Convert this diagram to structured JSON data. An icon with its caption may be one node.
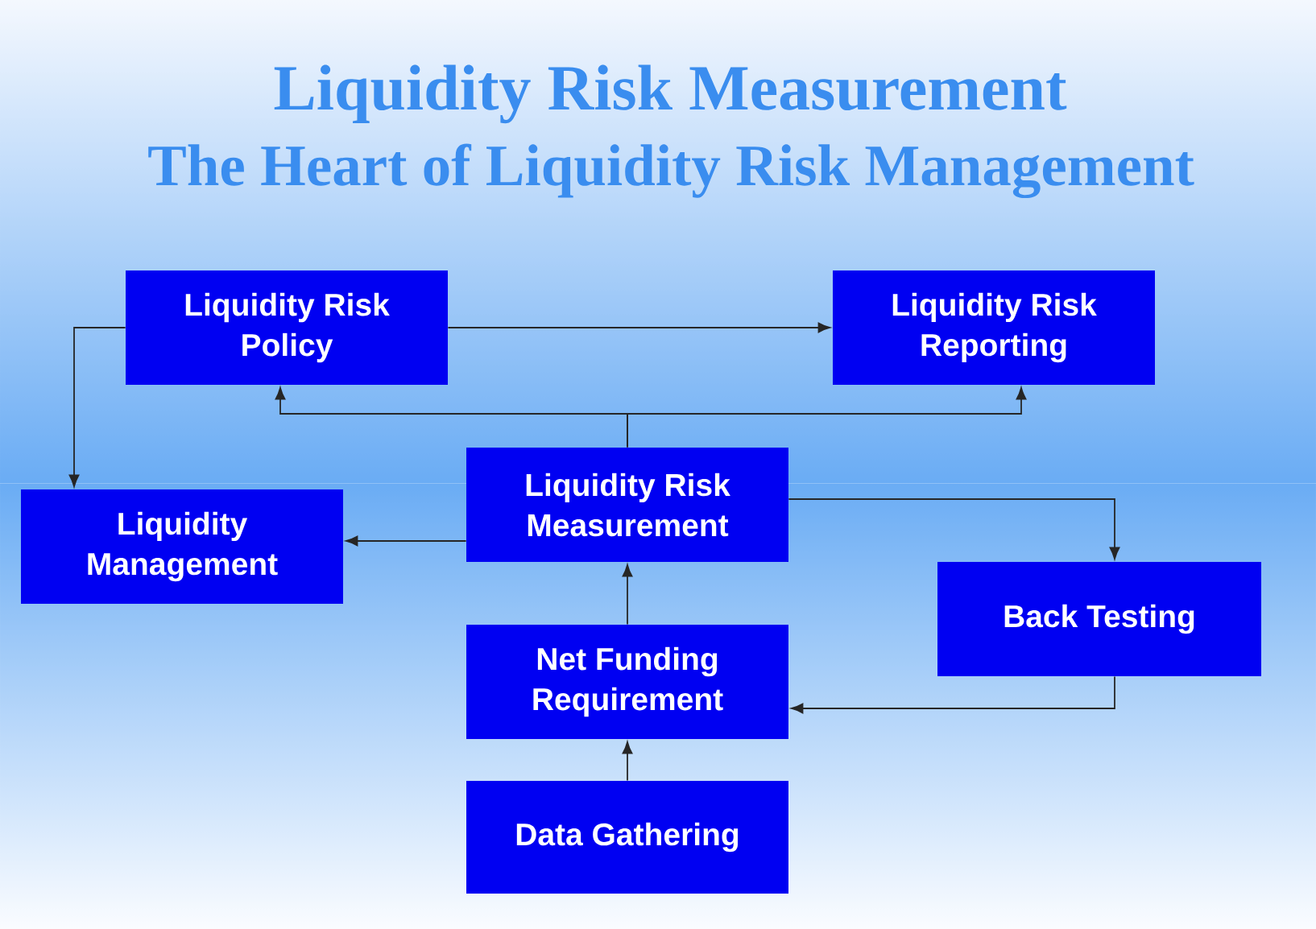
{
  "diagram": {
    "title": "Liquidity Risk Measurement",
    "labels": [
      "The Heart of Liquidity Risk Management"
    ],
    "nodes": [
      {
        "text": [
          "Liquidity Risk Policy"
        ]
      },
      {
        "text": [
          "Liquidity Risk Reporting"
        ]
      },
      {
        "text": [
          "Liquidity Management"
        ]
      },
      {
        "text": [
          "Liquidity Risk Measurement"
        ]
      },
      {
        "text": [
          "Back Testing"
        ]
      },
      {
        "text": [
          "Net Funding Requirement"
        ]
      },
      {
        "text": [
          "Data Gathering"
        ]
      }
    ],
    "edges": [
      {
        "from": 0,
        "to": 1,
        "arrow": "to"
      },
      {
        "from": 0,
        "to": 2,
        "arrow": "to"
      },
      {
        "from": 3,
        "to": 0,
        "arrow": "to"
      },
      {
        "from": 3,
        "to": 1,
        "arrow": "to"
      },
      {
        "from": 3,
        "to": 2,
        "arrow": "to"
      },
      {
        "from": 3,
        "to": 4,
        "arrow": "to"
      },
      {
        "from": 4,
        "to": 5,
        "arrow": "to"
      },
      {
        "from": 5,
        "to": 3,
        "arrow": "to"
      },
      {
        "from": 6,
        "to": 5,
        "arrow": "to"
      }
    ]
  }
}
